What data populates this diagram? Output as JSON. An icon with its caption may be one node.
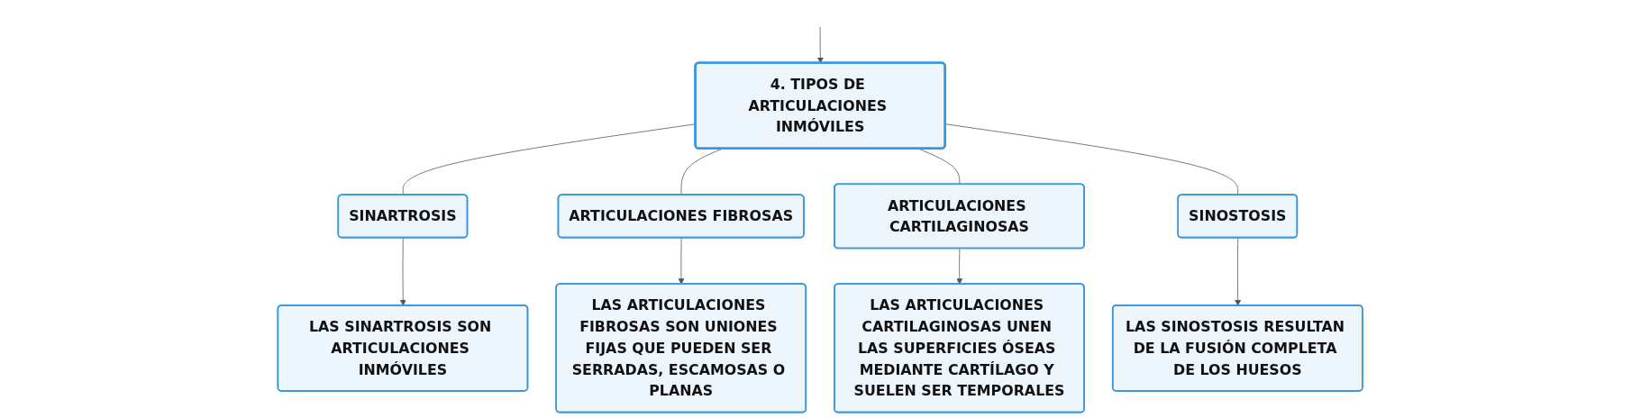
{
  "diagram": {
    "nodes": [
      {
        "text": [
          "4. TIPOS DE ARTICULACIONES INMÓVILES"
        ]
      },
      {
        "text": [
          "SINARTROSIS"
        ]
      },
      {
        "text": [
          "ARTICULACIONES FIBROSAS"
        ]
      },
      {
        "text": [
          "ARTICULACIONES CARTILAGINOSAS"
        ]
      },
      {
        "text": [
          "SINOSTOSIS"
        ]
      },
      {
        "text": [
          "LAS SINARTROSIS SON ARTICULACIONES INMÓVILES"
        ]
      },
      {
        "text": [
          "LAS ARTICULACIONES FIBROSAS SON UNIONES FIJAS QUE PUEDEN SER SERRADAS, ESCAMOSAS O PLANAS"
        ]
      },
      {
        "text": [
          "LAS ARTICULACIONES CARTILAGINOSAS UNEN LAS SUPERFICIES ÓSEAS MEDIANTE CARTÍLAGO Y SUELEN SER TEMPORALES"
        ]
      },
      {
        "text": [
          "LAS SINOSTOSIS RESULTAN DE LA FUSIÓN COMPLETA DE LOS HUESOS"
        ]
      }
    ],
    "edges": [
      {
        "from": null,
        "to": 0,
        "arrow": "to"
      },
      {
        "from": 0,
        "to": 1,
        "arrow": "none"
      },
      {
        "from": 0,
        "to": 2,
        "arrow": "none"
      },
      {
        "from": 0,
        "to": 3,
        "arrow": "none"
      },
      {
        "from": 0,
        "to": 4,
        "arrow": "none"
      },
      {
        "from": 1,
        "to": 5,
        "arrow": "to"
      },
      {
        "from": 2,
        "to": 6,
        "arrow": "to"
      },
      {
        "from": 3,
        "to": 7,
        "arrow": "to"
      },
      {
        "from": 4,
        "to": 8,
        "arrow": "to"
      }
    ]
  }
}
